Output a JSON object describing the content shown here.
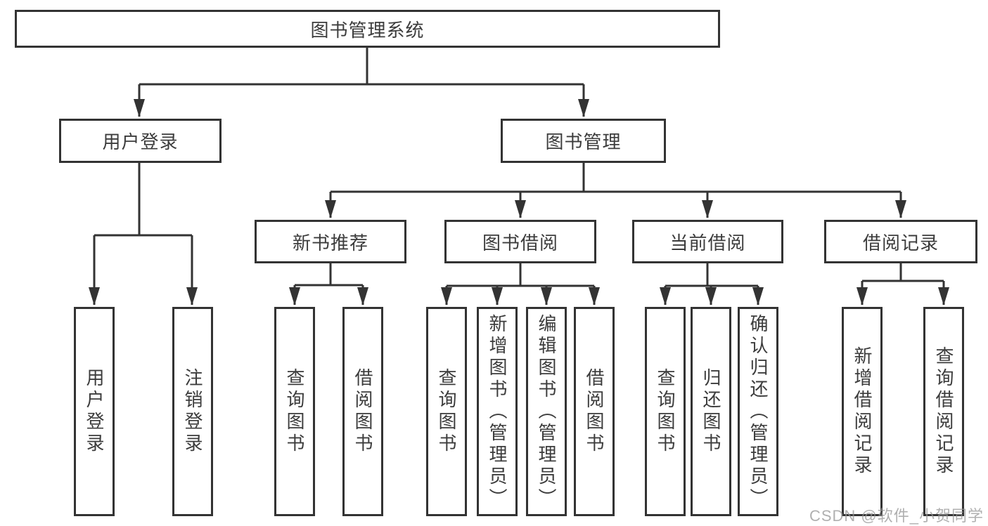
{
  "diagram": {
    "nodes": {
      "root": "图书管理系统",
      "user_login": "用户登录",
      "book_mgmt": "图书管理",
      "new_book_rec": "新书推荐",
      "book_borrow": "图书借阅",
      "current_borrow": "当前借阅",
      "borrow_record": "借阅记录"
    },
    "leaves": {
      "user_login": [
        "用户登录",
        "注销登录"
      ],
      "new_book_rec": [
        "查询图书",
        "借阅图书"
      ],
      "book_borrow": [
        "查询图书",
        "新增图书（管理员）",
        "编辑图书（管理员）",
        "借阅图书"
      ],
      "current_borrow": [
        "查询图书",
        "归还图书",
        "确认归还（管理员）"
      ],
      "borrow_record": [
        "新增借阅记录",
        "查询借阅记录"
      ]
    }
  },
  "watermark": "CSDN @软件_小贺同学",
  "colors": {
    "line": "#333333",
    "text": "#3c3c3c",
    "background": "#ffffff",
    "watermark": "#969696"
  }
}
